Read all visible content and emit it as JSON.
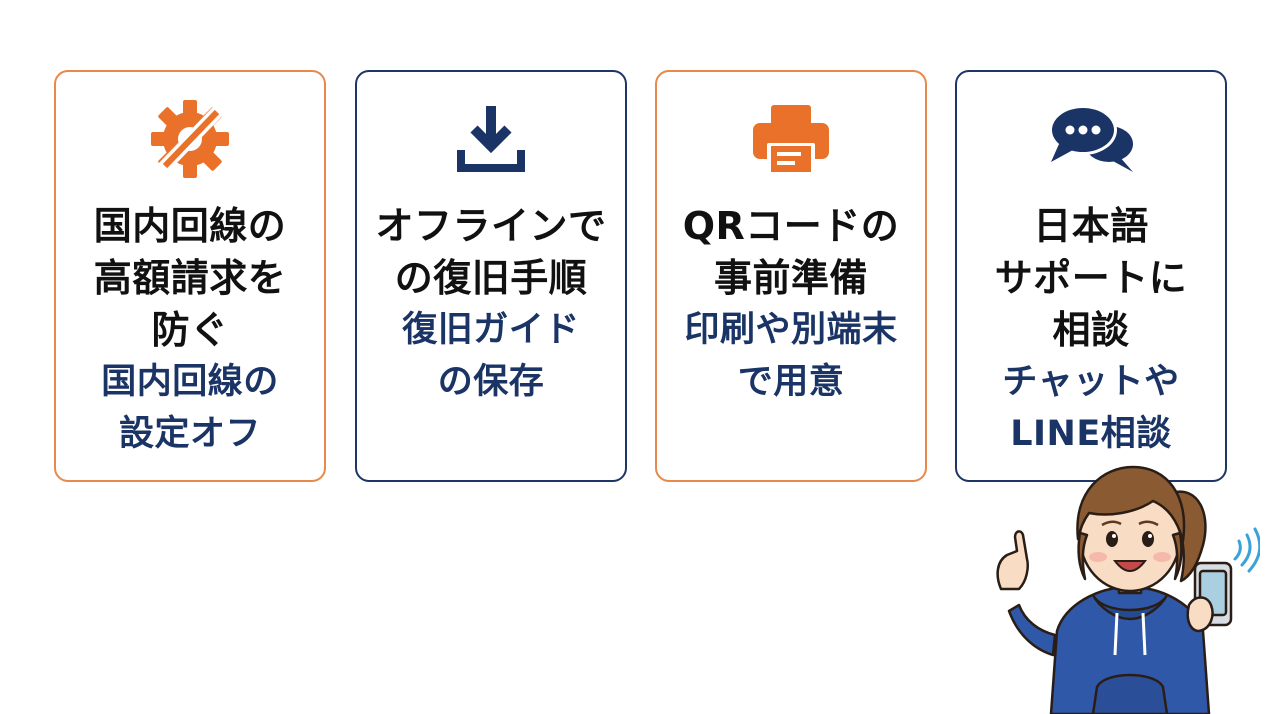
{
  "colors": {
    "orange": "#e9712a",
    "navy": "#1b3466",
    "border_orange": "#e7894a",
    "border_navy": "#1f3566"
  },
  "cards": [
    {
      "icon": "gear-slash-icon",
      "title": "国内回線の\n高額請求を\n防ぐ",
      "subtitle": "国内回線の\n設定オフ"
    },
    {
      "icon": "download-icon",
      "title": "オフラインで\nの復旧手順",
      "subtitle": "復旧ガイド\nの保存"
    },
    {
      "icon": "printer-icon",
      "title": "QRコードの\n事前準備",
      "subtitle": "印刷や別端末\nで用意"
    },
    {
      "icon": "chat-bubbles-icon",
      "title": "日本語\nサポートに\n相談",
      "subtitle": "チャットや\nLINE相談"
    }
  ]
}
